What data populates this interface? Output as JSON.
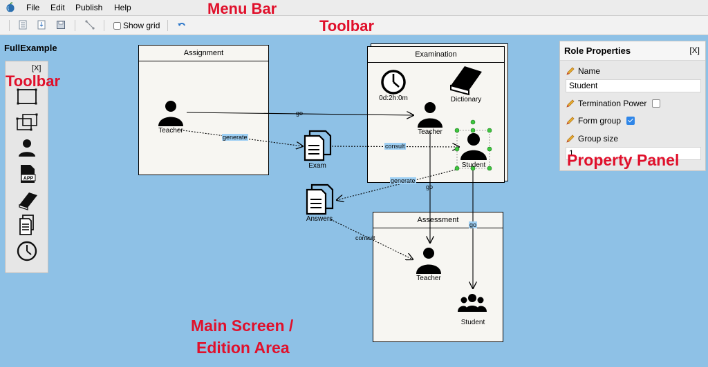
{
  "menubar": {
    "items": [
      "File",
      "Edit",
      "Publish",
      "Help"
    ],
    "annotation": "Menu Bar"
  },
  "toolbar": {
    "show_grid_label": "Show grid",
    "annotation": "Toolbar"
  },
  "diagram": {
    "title": "FullExample"
  },
  "palette": {
    "close": "[X]",
    "annotation": "Toolbar",
    "items": [
      "rectangle-icon",
      "group-icon",
      "person-icon",
      "app-file-icon",
      "book-icon",
      "document-icon",
      "clock-icon"
    ]
  },
  "properties": {
    "title": "Role Properties",
    "close": "[X]",
    "name_label": "Name",
    "name_value": "Student",
    "termination_label": "Termination Power",
    "termination_checked": false,
    "form_group_label": "Form group",
    "form_group_checked": true,
    "group_size_label": "Group size",
    "group_size_value": "1",
    "annotation": "Property Panel"
  },
  "canvas": {
    "annotation_line1": "Main Screen /",
    "annotation_line2": "Edition Area",
    "boxes": {
      "assignment": "Assignment",
      "examination": "Examination",
      "assessment": "Assessment"
    },
    "nodes": {
      "teacher_assignment": "Teacher",
      "timer": "0d:2h:0m",
      "dictionary": "Dictionary",
      "teacher_exam": "Teacher",
      "student_exam": "Student",
      "exam": "Exam",
      "answers": "Answers",
      "teacher_assess": "Teacher",
      "student_assess": "Student"
    },
    "edges": {
      "go1": "go",
      "generate1": "generate",
      "consult1": "consult",
      "generate2": "generate",
      "go2": "go",
      "go3": "go",
      "consult2": "consult"
    }
  },
  "colors": {
    "canvas_bg": "#8ec1e6",
    "annotation": "#e0102b",
    "label_highlight": "#9fd0f4",
    "selection_handle": "#2eb82e"
  }
}
